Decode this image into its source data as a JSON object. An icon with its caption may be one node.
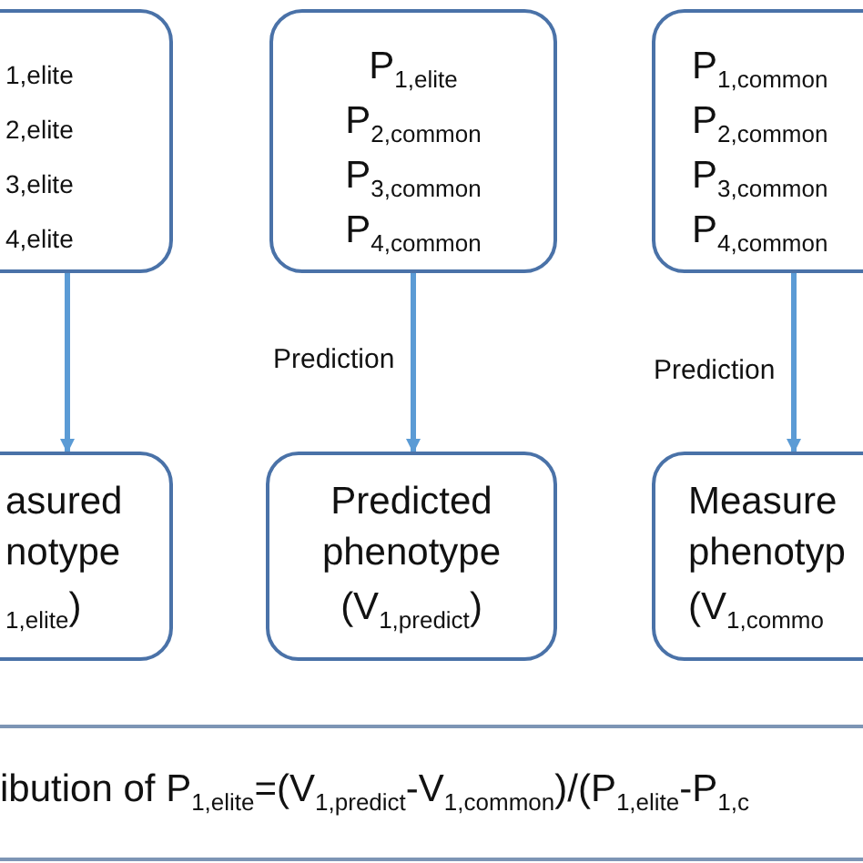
{
  "diagram": {
    "nodes": [
      {
        "text": [
          "1,elite",
          "2,elite",
          "3,elite",
          "4,elite"
        ]
      },
      {
        "text": [
          "P$_{1,elite}$",
          "P$_{2,common}$",
          "P$_{3,common}$",
          "P$_{4,common}$"
        ]
      },
      {
        "text": [
          "P$_{1,common}$",
          "P$_{2,common}$",
          "P$_{3,common}$",
          "P$_{4,common}$"
        ]
      },
      {
        "text": [
          "asured notype",
          "$_{1,elite}$)"
        ]
      },
      {
        "text": [
          "Predicted phenotype",
          "(V$_{1,predict}$)"
        ]
      },
      {
        "text": [
          "Measure phenotyp",
          "(V$_{1,commo}$"
        ]
      }
    ],
    "edges": [
      {
        "from": 0,
        "to": 3,
        "arrow": "to"
      },
      {
        "from": 1,
        "to": 4,
        "arrow": "to",
        "label": "Prediction"
      },
      {
        "from": 2,
        "to": 5,
        "arrow": "to",
        "label": "Prediction"
      }
    ],
    "labels": [
      "ibution of P$_{1,elite}$=(V$_{1,predict}$-V$_{1,common}$)/(P$_{1,elite}$-P$_{1,c}$"
    ]
  }
}
